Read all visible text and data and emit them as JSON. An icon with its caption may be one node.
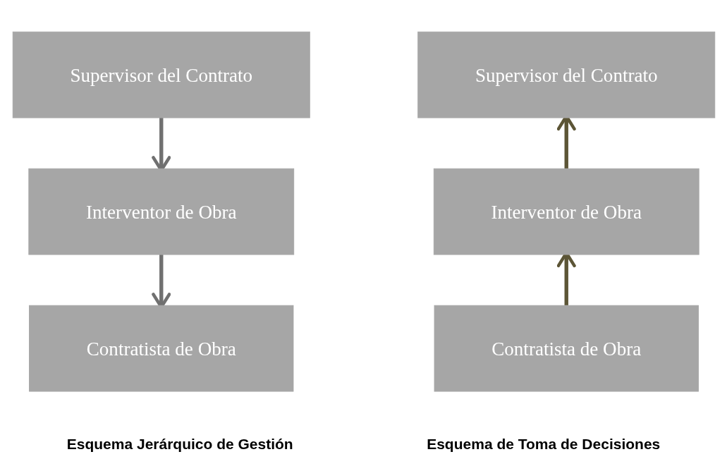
{
  "diagram": {
    "nodes": [
      {
        "text": [
          "Supervisor del Contrato"
        ]
      },
      {
        "text": [
          "Interventor de Obra"
        ]
      },
      {
        "text": [
          "Contratista de Obra"
        ]
      },
      {
        "text": [
          "Supervisor del Contrato"
        ]
      },
      {
        "text": [
          "Interventor de Obra"
        ]
      },
      {
        "text": [
          "Contratista de Obra"
        ]
      }
    ],
    "edges": [
      {
        "from": 0,
        "to": 1,
        "arrow": "to",
        "color": "#707070"
      },
      {
        "from": 1,
        "to": 2,
        "arrow": "to",
        "color": "#707070"
      },
      {
        "from": 4,
        "to": 3,
        "arrow": "to",
        "color": "#5c5536"
      },
      {
        "from": 5,
        "to": 4,
        "arrow": "to",
        "color": "#5c5536"
      }
    ],
    "labels": [
      "Esquema Jerárquico de Gestión",
      "Esquema de Toma de Decisiones"
    ]
  }
}
